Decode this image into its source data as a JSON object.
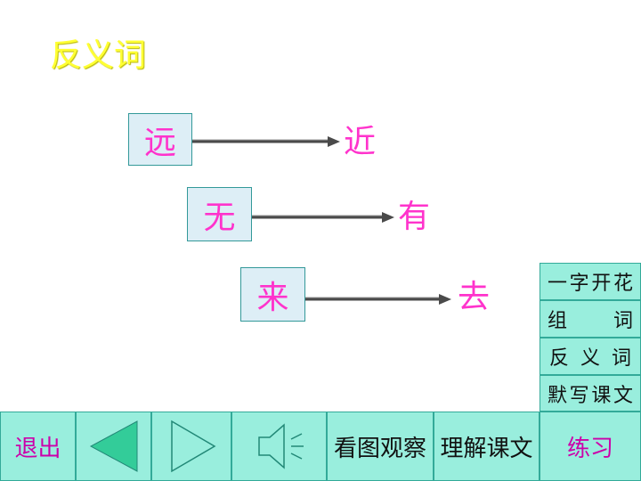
{
  "slide": {
    "title": "反义词",
    "pairs": [
      {
        "word": "远",
        "opposite": "近"
      },
      {
        "word": "无",
        "opposite": "有"
      },
      {
        "word": "来",
        "opposite": "去"
      }
    ]
  },
  "side_menu": {
    "items": [
      {
        "chars": [
          "一",
          "字",
          "开",
          "花"
        ]
      },
      {
        "chars": [
          "组",
          "词"
        ]
      },
      {
        "chars": [
          "反",
          "义",
          "词"
        ]
      },
      {
        "chars": [
          "默",
          "写",
          "课",
          "文"
        ]
      }
    ]
  },
  "toolbar": {
    "exit_label": "退出",
    "observe_label": "看图观察",
    "understand_label": "理解课文",
    "practice_label": "练习",
    "icons": [
      "prev-triangle-icon",
      "next-triangle-icon",
      "speaker-icon"
    ]
  },
  "colors": {
    "title": "#ffff33",
    "text_magenta": "#ff33cc",
    "button_bg": "#99eedd",
    "button_border": "#33aa99",
    "word_box_bg": "#ddeef6"
  }
}
